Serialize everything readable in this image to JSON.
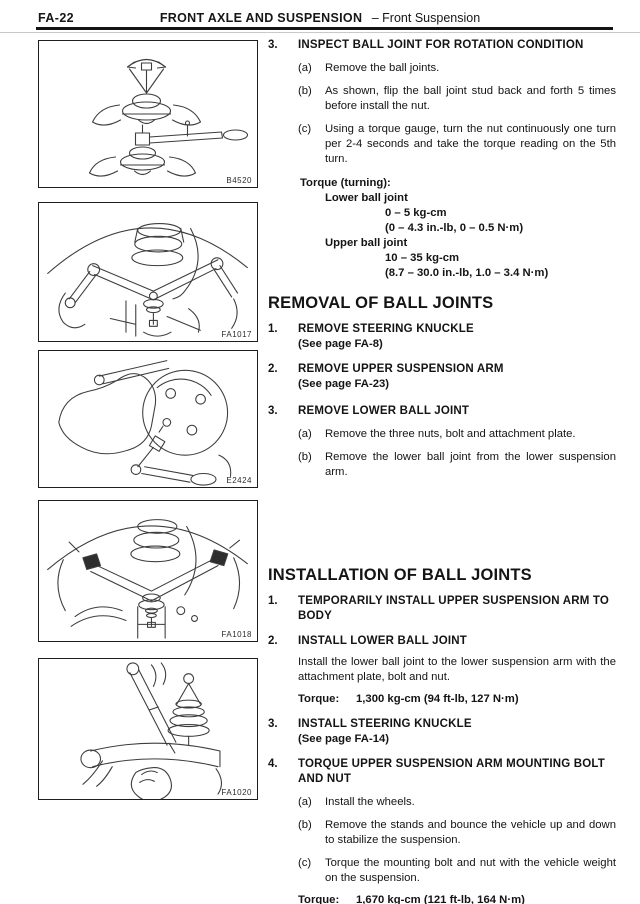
{
  "header": {
    "page_number": "FA-22",
    "title": "FRONT AXLE AND SUSPENSION",
    "subtitle": "–  Front Suspension"
  },
  "figures": [
    {
      "code": "B4520"
    },
    {
      "code": "FA1017"
    },
    {
      "code": "E2424"
    },
    {
      "code": "FA1018"
    },
    {
      "code": "FA1020"
    }
  ],
  "inspect_section": {
    "number": "3.",
    "title": "INSPECT BALL JOINT FOR ROTATION CONDITION",
    "substeps": [
      {
        "label": "(a)",
        "text": "Remove the ball joints."
      },
      {
        "label": "(b)",
        "text": "As shown, flip the ball joint stud back and forth 5 times before install the nut."
      },
      {
        "label": "(c)",
        "text": "Using a torque gauge, turn the nut continuously one turn per 2-4 seconds and take the torque reading on the 5th turn."
      }
    ],
    "torque_label": "Torque (turning):",
    "torque_specs": [
      {
        "name": "Lower ball joint",
        "metric": "0 – 5 kg-cm",
        "imperial": "(0 – 4.3 in.-lb, 0 – 0.5 N·m)"
      },
      {
        "name": "Upper ball joint",
        "metric": "10 – 35 kg-cm",
        "imperial": "(8.7 – 30.0 in.-lb, 1.0 – 3.4 N·m)"
      }
    ]
  },
  "removal_section": {
    "heading": "REMOVAL OF BALL JOINTS",
    "steps": [
      {
        "number": "1.",
        "title": "REMOVE STEERING KNUCKLE",
        "ref": "(See page FA-8)"
      },
      {
        "number": "2.",
        "title": "REMOVE UPPER SUSPENSION ARM",
        "ref": "(See page FA-23)"
      },
      {
        "number": "3.",
        "title": "REMOVE LOWER BALL JOINT",
        "substeps": [
          {
            "label": "(a)",
            "text": "Remove the three nuts, bolt and attachment plate."
          },
          {
            "label": "(b)",
            "text": "Remove the lower ball joint from the lower suspension arm."
          }
        ]
      }
    ]
  },
  "installation_section": {
    "heading": "INSTALLATION OF BALL JOINTS",
    "steps": [
      {
        "number": "1.",
        "title": "TEMPORARILY INSTALL UPPER SUSPENSION ARM TO BODY"
      },
      {
        "number": "2.",
        "title": "INSTALL LOWER BALL JOINT",
        "body": "Install the lower ball joint to the lower suspension arm with the attachment plate, bolt and nut.",
        "torque_label": "Torque:",
        "torque_value": "1,300 kg-cm (94 ft-lb, 127 N·m)"
      },
      {
        "number": "3.",
        "title": "INSTALL STEERING KNUCKLE",
        "ref": "(See page FA-14)"
      },
      {
        "number": "4.",
        "title": "TORQUE UPPER SUSPENSION ARM MOUNTING BOLT AND NUT",
        "substeps": [
          {
            "label": "(a)",
            "text": "Install the wheels."
          },
          {
            "label": "(b)",
            "text": "Remove the stands and bounce the vehicle up and down to stabilize the suspension."
          },
          {
            "label": "(c)",
            "text": "Torque the mounting bolt and nut with the vehicle weight on the suspension."
          }
        ],
        "torque_label": "Torque:",
        "torque_value": "1,670 kg-cm (121 ft-lb, 164 N·m)"
      }
    ]
  }
}
